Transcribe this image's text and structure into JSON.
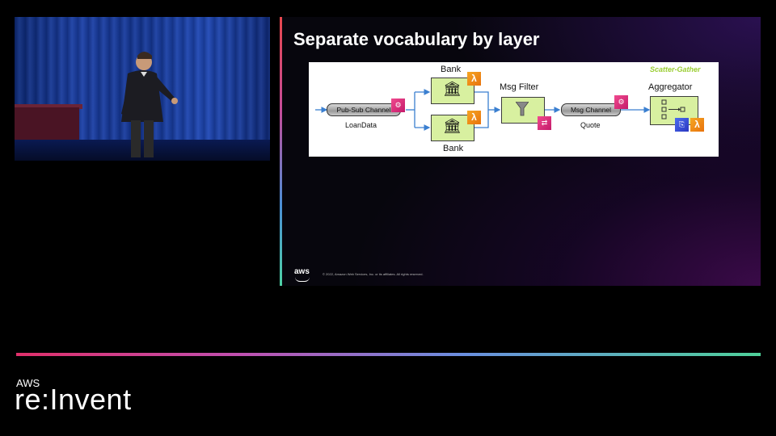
{
  "slide": {
    "title": "Separate vocabulary by layer",
    "copyright": "© 2022, Amazon Web Services, Inc. or its affiliates. All rights reserved.",
    "aws_logo": "aws"
  },
  "diagram": {
    "pattern_label": "Scatter-Gather",
    "pubsub_channel": "Pub-Sub Channel",
    "pubsub_name": "LoanData",
    "bank_top": "Bank",
    "bank_bottom": "Bank",
    "msg_filter": "Msg Filter",
    "msg_channel": "Msg Channel",
    "msg_channel_name": "Quote",
    "aggregator": "Aggregator",
    "colors": {
      "box_fill": "#d8f0a0",
      "lambda": "#f5a623",
      "event": "#e0306a",
      "flow": "#3a7fd0",
      "pattern_label": "#9acd32"
    }
  },
  "event": {
    "brand_prefix": "AWS",
    "brand_name": "re:Invent"
  },
  "icons": [
    "lambda-icon",
    "eventbridge-icon",
    "step-functions-icon",
    "bank-icon",
    "filter-icon",
    "aggregator-icon"
  ]
}
